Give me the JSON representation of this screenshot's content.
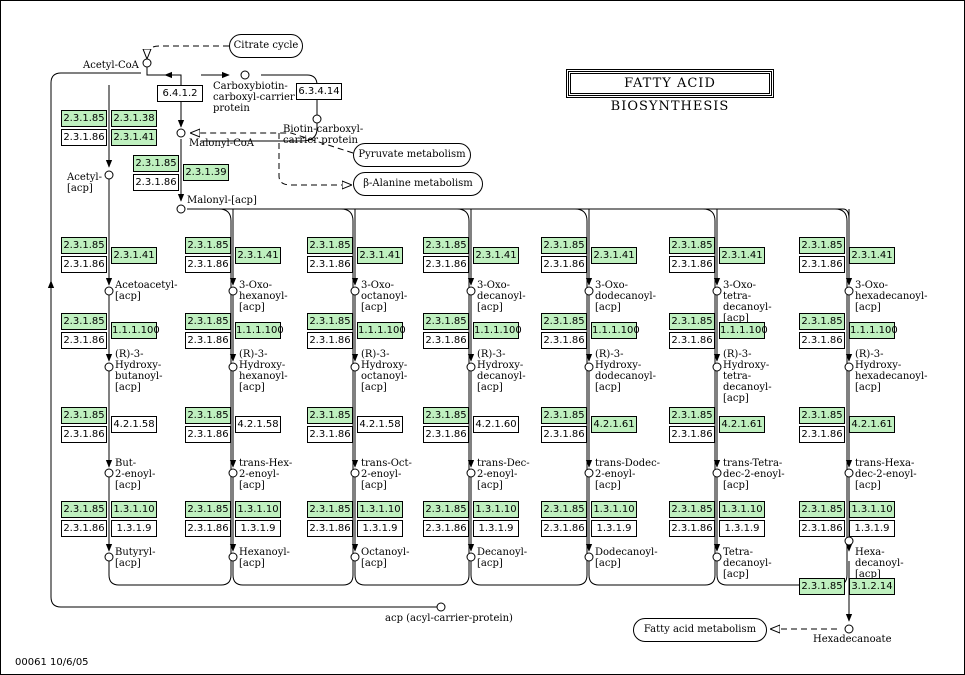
{
  "title": "FATTY ACID BIOSYNTHESIS",
  "footer": "00061   10/6/05",
  "pathways": {
    "citrate": "Citrate cycle",
    "pyruvate": "Pyruvate metabolism",
    "alanine": "β-Alanine metabolism",
    "fam": "Fatty acid metabolism"
  },
  "compounds": {
    "acetyl_coa": "Acetyl-CoA",
    "bccp": "Carboxybiotin-\ncarboxyl-carrier\nprotein",
    "biotin": "Biotin-carboxyl-\ncarrier protein",
    "malonyl_coa": "Malonyl-CoA",
    "acetyl_acp": "Acetyl-\n[acp]",
    "malonyl_acp": "Malonyl-[acp]",
    "acp": "acp (acyl-carrier-protein)",
    "hexadecanoate": "Hexadecanoate"
  },
  "columns": [
    {
      "keto": "Acetoacetyl-\n[acp]",
      "hydroxy": "(R)-3-\nHydroxy-\nbutanoyl-\n[acp]",
      "enoyl": "But-\n2-enoyl-\n[acp]",
      "acyl": "Butyryl-\n[acp]",
      "dh": "4.2.1.58",
      "dh_green": false
    },
    {
      "keto": "3-Oxo-\nhexanoyl-\n[acp]",
      "hydroxy": "(R)-3-\nHydroxy-\nhexanoyl-\n[acp]",
      "enoyl": "trans-Hex-\n2-enoyl-\n[acp]",
      "acyl": "Hexanoyl-\n[acp]",
      "dh": "4.2.1.58",
      "dh_green": false
    },
    {
      "keto": "3-Oxo-\noctanoyl-\n[acp]",
      "hydroxy": "(R)-3-\nHydroxy-\noctanoyl-\n[acp]",
      "enoyl": "trans-Oct-\n2-enoyl-\n[acp]",
      "acyl": "Octanoyl-\n[acp]",
      "dh": "4.2.1.58",
      "dh_green": false
    },
    {
      "keto": "3-Oxo-\ndecanoyl-\n[acp]",
      "hydroxy": "(R)-3-\nHydroxy-\ndecanoyl-\n[acp]",
      "enoyl": "trans-Dec-\n2-enoyl-\n[acp]",
      "acyl": "Decanoyl-\n[acp]",
      "dh": "4.2.1.60",
      "dh_green": false
    },
    {
      "keto": "3-Oxo-\ndodecanoyl-\n[acp]",
      "hydroxy": "(R)-3-\nHydroxy-\ndodecanoyl-\n[acp]",
      "enoyl": "trans-Dodec-\n2-enoyl-\n[acp]",
      "acyl": "Dodecanoyl-\n[acp]",
      "dh": "4.2.1.61",
      "dh_green": true
    },
    {
      "keto": "3-Oxo-\ntetra-\ndecanoyl-\n[acp]",
      "hydroxy": "(R)-3-\nHydroxy-\ntetra-\ndecanoyl-\n[acp]",
      "enoyl": "trans-Tetra-\ndec-2-enoyl-\n[acp]",
      "acyl": "Tetra-\ndecanoyl-\n[acp]",
      "dh": "4.2.1.61",
      "dh_green": true
    },
    {
      "keto": "3-Oxo-\nhexadecanoyl-\n[acp]",
      "hydroxy": "(R)-3-\nHydroxy-\nhexadecanoyl-\n[acp]",
      "enoyl": "trans-Hexa-\ndec-2-enoyl-\n[acp]",
      "acyl": "Hexa-\ndecanoyl-\n[acp]",
      "dh": "4.2.1.61",
      "dh_green": true
    }
  ],
  "enzymes": {
    "e6412": "6.4.1.2",
    "e63414": "6.3.4.14",
    "e23185": "2.3.1.85",
    "e23186": "2.3.1.86",
    "e23138": "2.3.1.38",
    "e23141": "2.3.1.41",
    "e23139": "2.3.1.39",
    "e111100": "1.1.1.100",
    "e13110": "1.3.1.10",
    "e1319": "1.3.1.9",
    "e31214": "3.1.2.14"
  },
  "colors": {
    "enzyme_present": "#bff0bf",
    "enzyme_absent": "#ffffff",
    "line": "#000000"
  }
}
